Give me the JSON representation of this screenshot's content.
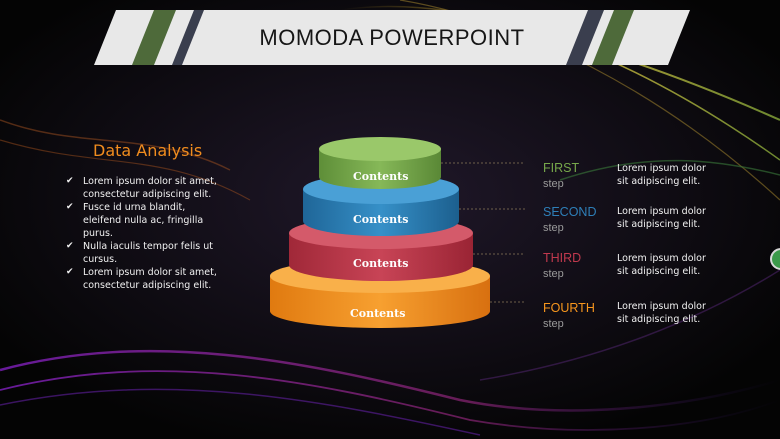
{
  "slide": {
    "title": "MOMODA POWERPOINT",
    "panel_title": "Data Analysis",
    "bullets": [
      "Lorem ipsum dolor sit amet, consectetur adipiscing elit.",
      "Fusce id urna blandit, eleifend nulla ac, fringilla purus.",
      "Nulla iaculis tempor felis ut cursus.",
      "Lorem ipsum dolor sit amet, consectetur adipiscing elit."
    ],
    "check_glyph": "✔"
  },
  "pyramid": {
    "tiers": [
      {
        "label": "Contents",
        "color": "#77a84b"
      },
      {
        "label": "Contents",
        "color": "#2e7fb8"
      },
      {
        "label": "Contents",
        "color": "#c0394d"
      },
      {
        "label": "Contents",
        "color": "#f7961d"
      }
    ]
  },
  "steps": [
    {
      "name": "FIRST",
      "sub": "step",
      "color": "#77a84b",
      "desc": "Lorem ipsum dolor sit adipiscing elit."
    },
    {
      "name": "SECOND",
      "sub": "step",
      "color": "#2e7fb8",
      "desc": "Lorem ipsum dolor sit adipiscing elit."
    },
    {
      "name": "THIRD",
      "sub": "step",
      "color": "#c0394d",
      "desc": "Lorem ipsum dolor sit adipiscing elit."
    },
    {
      "name": "FOURTH",
      "sub": "step",
      "color": "#f7961d",
      "desc": "Lorem ipsum dolor sit adipiscing elit."
    }
  ],
  "colors": {
    "background": "#060606",
    "title_bar": "#e8e8e8",
    "accent_orange": "#f08c1e",
    "stripe_green": "#4e6a3a",
    "stripe_slate": "#3a3e4e"
  }
}
